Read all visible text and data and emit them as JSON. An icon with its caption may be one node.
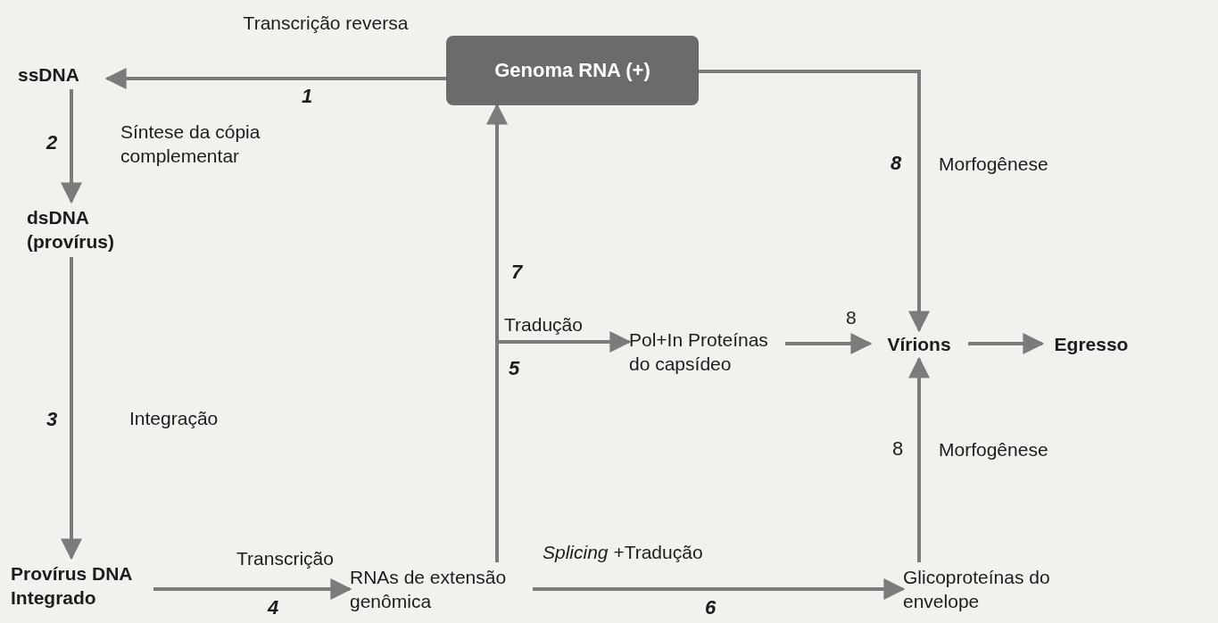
{
  "diagram": {
    "nodes": [
      {
        "text": [
          "Genoma RNA (+)"
        ]
      },
      {
        "text": [
          "ssDNA"
        ]
      },
      {
        "text": [
          "dsDNA (provírus)"
        ]
      },
      {
        "text": [
          "Provírus DNA Integrado"
        ]
      },
      {
        "text": [
          "RNAs de extensão genômica"
        ]
      },
      {
        "text": [
          "Pol+In Proteínas do capsídeo"
        ]
      },
      {
        "text": [
          "Vírions"
        ]
      },
      {
        "text": [
          "Egresso"
        ]
      },
      {
        "text": [
          "Glicoproteínas do envelope"
        ]
      }
    ],
    "edges": [
      {
        "from": 0,
        "to": 1,
        "arrow": "to",
        "label": "Transcrição reversa"
      },
      {
        "from": 1,
        "to": 2,
        "arrow": "to",
        "label": "Síntese da cópia complementar"
      },
      {
        "from": 2,
        "to": 3,
        "arrow": "to",
        "label": "Integração"
      },
      {
        "from": 3,
        "to": 4,
        "arrow": "to",
        "label": "Transcrição"
      },
      {
        "from": 4,
        "to": 0,
        "arrow": "to"
      },
      {
        "from": 4,
        "to": 5,
        "arrow": "to",
        "label": "Tradução"
      },
      {
        "from": 5,
        "to": 6,
        "arrow": "to",
        "label": "8"
      },
      {
        "from": 6,
        "to": 7,
        "arrow": "to"
      },
      {
        "from": 0,
        "to": 6,
        "arrow": "to",
        "label": "Morfogênese"
      },
      {
        "from": 4,
        "to": 8,
        "arrow": "to",
        "label": "*Splicing* +Tradução"
      },
      {
        "from": 8,
        "to": 6,
        "arrow": "to",
        "label": "Morfogênese"
      }
    ],
    "labels": [
      "1",
      "8",
      "2",
      "7",
      "5",
      "8",
      "3",
      "4",
      "6"
    ]
  }
}
